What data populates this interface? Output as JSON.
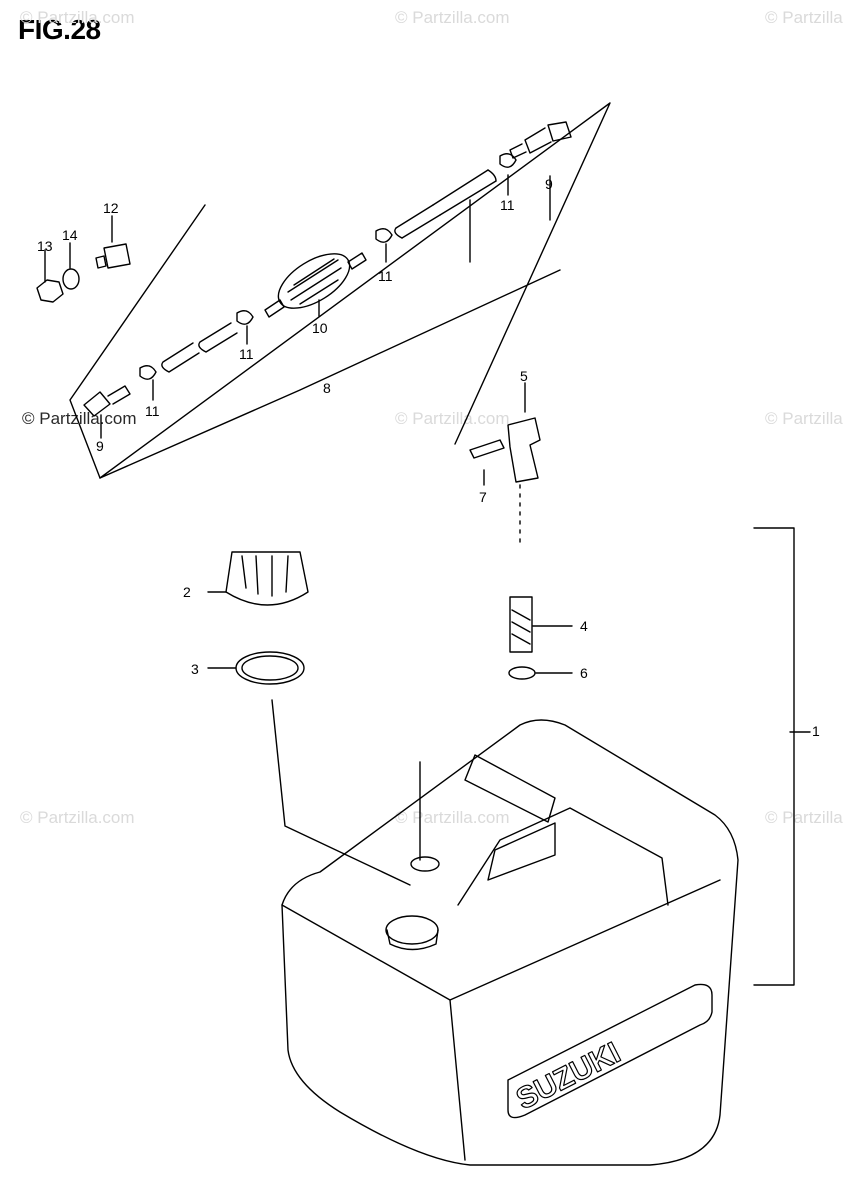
{
  "figure": {
    "title": "FIG.28"
  },
  "watermark": {
    "text": "© Partzilla.com"
  },
  "callouts": [
    "1",
    "2",
    "3",
    "4",
    "5",
    "6",
    "7",
    "8",
    "9",
    "9",
    "10",
    "11",
    "11",
    "11",
    "11",
    "12",
    "13",
    "14"
  ],
  "tank_brand": "SUZUKI"
}
